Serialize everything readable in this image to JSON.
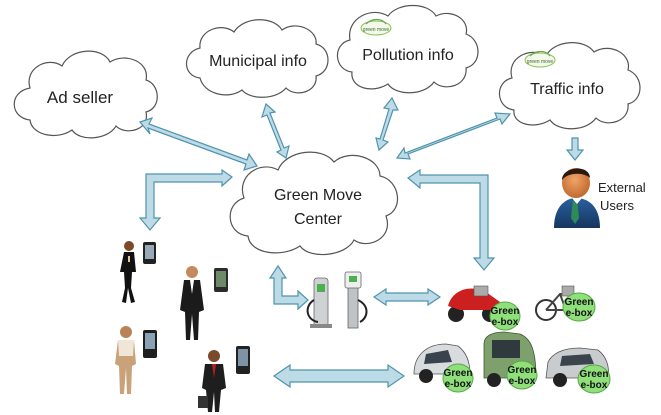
{
  "clouds": {
    "ad_seller": "Ad seller",
    "municipal": "Municipal info",
    "pollution": "Pollution info",
    "traffic": "Traffic info",
    "center_line1": "Green Move",
    "center_line2": "Center"
  },
  "logo_text": "green move",
  "external_users": {
    "line1": "External",
    "line2": "Users"
  },
  "ebox": {
    "line1": "Green",
    "line2": "e-box"
  },
  "colors": {
    "arrow_fill": "#bcdbe6",
    "arrow_stroke": "#4f93ad",
    "ebox_green": "#8fe07a",
    "cloud_stroke": "#555555"
  }
}
